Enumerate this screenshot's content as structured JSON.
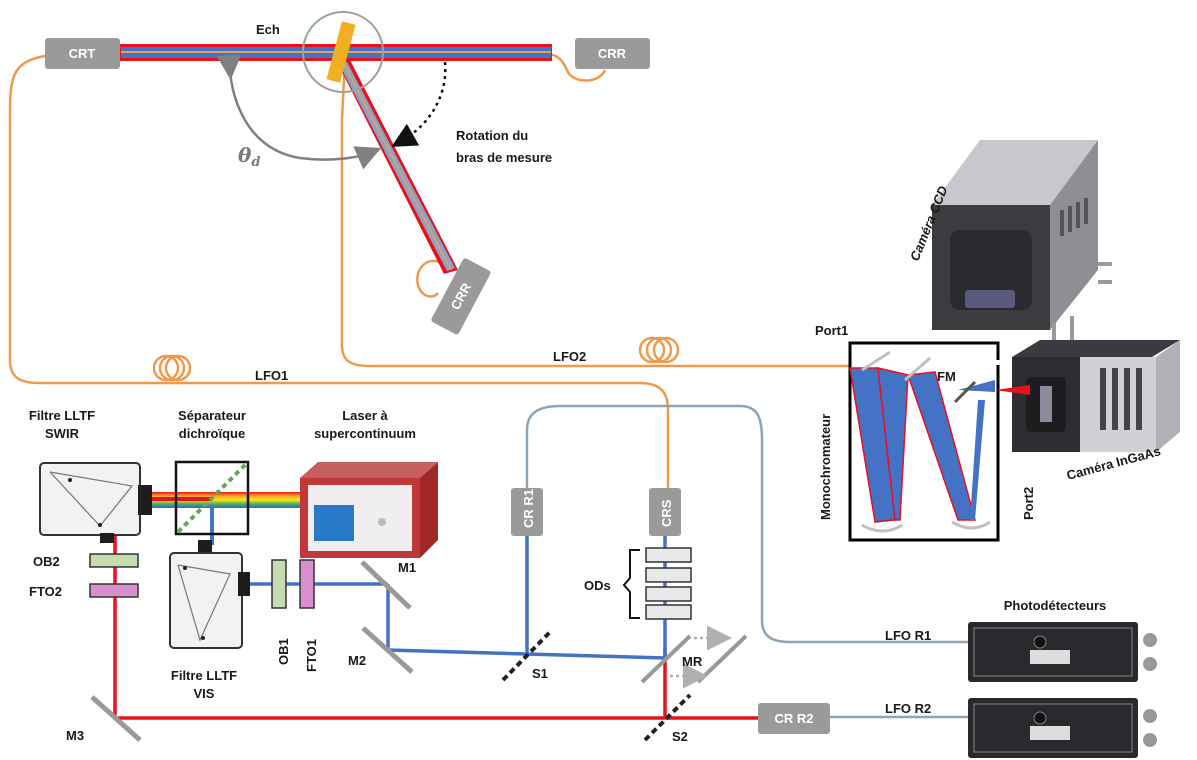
{
  "labels": {
    "crt": "CRT",
    "crr_top": "CRR",
    "crr_arm": "CRR",
    "ech": "Ech",
    "theta_main": "θ",
    "theta_sub": "d",
    "rotation_l1": "Rotation du",
    "rotation_l2": "bras de mesure",
    "lfo1": "LFO1",
    "lfo2": "LFO2",
    "camera_ccd": "Caméra CCD",
    "camera_ingaas": "Caméra InGaAs",
    "port1": "Port1",
    "port2": "Port2",
    "fm": "FM",
    "monochromateur": "Monochromateur",
    "filtre_swir_l1": "Filtre LLTF",
    "filtre_swir_l2": "SWIR",
    "separateur_l1": "Séparateur",
    "separateur_l2": "dichroïque",
    "laser_l1": "Laser à",
    "laser_l2": "supercontinuum",
    "filtre_vis_l1": "Filtre LLTF",
    "filtre_vis_l2": "VIS",
    "ob2": "OB2",
    "fto2": "FTO2",
    "ob1": "OB1",
    "fto1": "FTO1",
    "m1": "M1",
    "m2": "M2",
    "m3": "M3",
    "cr_r1": "CR R1",
    "crs": "CRS",
    "ods": "ODs",
    "s1": "S1",
    "s2": "S2",
    "mr": "MR",
    "cr_r2": "CR R2",
    "photodetecteurs": "Photodétecteurs",
    "lfo_r1": "LFO R1",
    "lfo_r2": "LFO R2"
  },
  "colors": {
    "fiber_orange": "#ef9a4c",
    "fiber_grey": "#8aa4b8",
    "beam_red": "#e8121c",
    "beam_blue": "#4472c4",
    "box_grey": "#9a9a9a",
    "od_fill": "#e8e8e8",
    "ob_green": "#c5dcb0",
    "fto_pink": "#d98fce",
    "sample_yellow": "#f0b020"
  }
}
